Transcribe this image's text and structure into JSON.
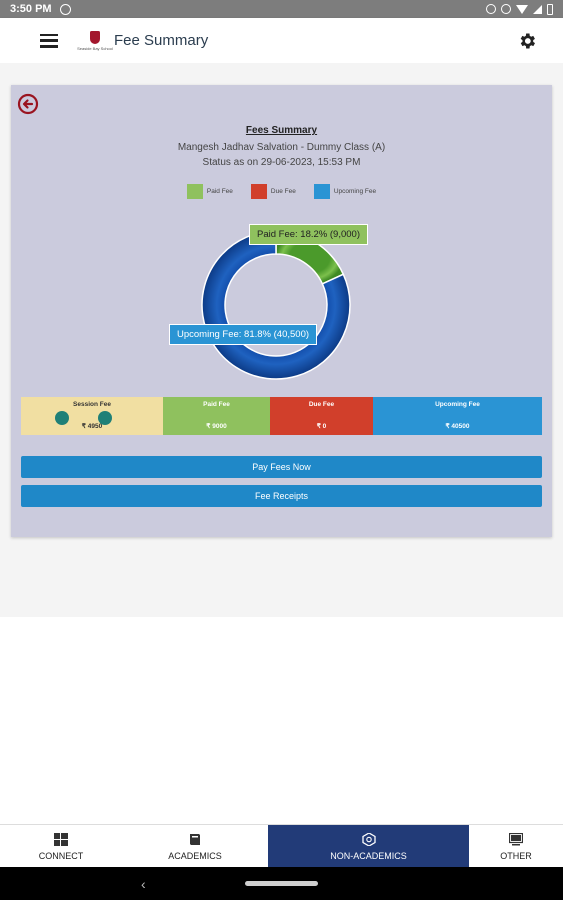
{
  "status_bar": {
    "time": "3:50 PM"
  },
  "app_bar": {
    "title": "Fee Summary",
    "logo_text": "Seaside Bay School"
  },
  "summary": {
    "heading": "Fees Summary",
    "student_line": "Mangesh Jadhav Salvation - Dummy Class (A)",
    "status_line": "Status as on 29-06-2023, 15:53 PM"
  },
  "legend": [
    {
      "label": "Paid Fee",
      "color": "#8fc15e"
    },
    {
      "label": "Due Fee",
      "color": "#d13f2b"
    },
    {
      "label": "Upcoming Fee",
      "color": "#2a94d4"
    }
  ],
  "chart_data": {
    "type": "pie",
    "categories": [
      "Paid Fee",
      "Due Fee",
      "Upcoming Fee"
    ],
    "values": [
      9000,
      0,
      40500
    ],
    "percentages": [
      18.2,
      0,
      81.8
    ],
    "colors": [
      "#8fc15e",
      "#d13f2b",
      "#2a94d4"
    ],
    "tooltips": {
      "paid": "Paid Fee: 18.2% (9,000)",
      "upcoming": "Upcoming Fee: 81.8% (40,500)"
    }
  },
  "fee_bar": {
    "session": {
      "label": "Session Fee",
      "amount": "₹ 4950"
    },
    "paid": {
      "label": "Paid Fee",
      "amount": "₹ 9000"
    },
    "due": {
      "label": "Due Fee",
      "amount": "₹ 0"
    },
    "upcoming": {
      "label": "Upcoming Fee",
      "amount": "₹ 40500"
    }
  },
  "buttons": {
    "pay": "Pay Fees Now",
    "receipts": "Fee Receipts"
  },
  "bottom_nav": [
    {
      "label": "CONNECT",
      "icon": "windows-icon"
    },
    {
      "label": "ACADEMICS",
      "icon": "book-icon"
    },
    {
      "label": "NON-ACADEMICS",
      "icon": "badge-icon"
    },
    {
      "label": "OTHER",
      "icon": "computer-icon"
    }
  ]
}
